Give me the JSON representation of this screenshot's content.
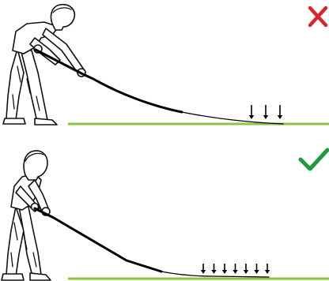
{
  "colors": {
    "ground": "#8cc63f",
    "wrong_mark": "#d7262b",
    "right_mark": "#1f9a3f",
    "line": "#000000"
  },
  "panels": [
    {
      "verdict": "wrong",
      "icon": "cross-icon",
      "weight_arrow_count": 3,
      "line_shape": "long smooth arc; only the tip touches the ground"
    },
    {
      "verdict": "right",
      "icon": "check-icon",
      "weight_arrow_count": 7,
      "line_shape": "angled line; long section rests flat on the ground"
    }
  ]
}
